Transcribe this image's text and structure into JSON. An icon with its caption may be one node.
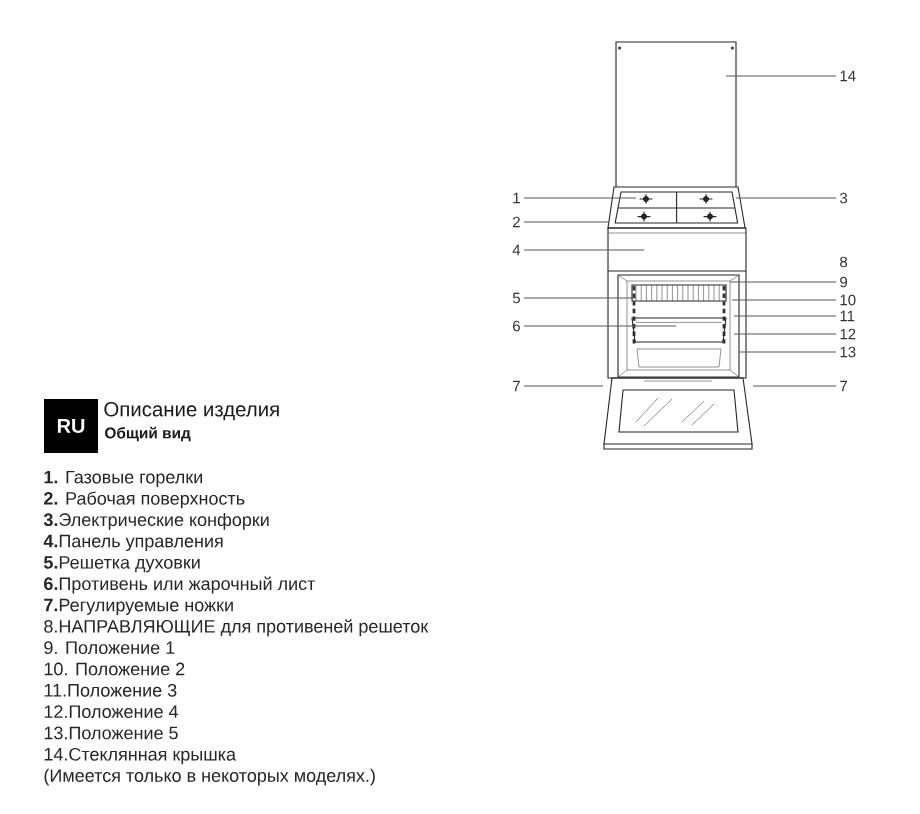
{
  "diagram": {
    "title": "Описание изделия",
    "nodes": [
      {
        "text": [
          "14"
        ]
      },
      {
        "text": [
          "1"
        ]
      },
      {
        "text": [
          "3"
        ]
      },
      {
        "text": [
          "2"
        ]
      },
      {
        "text": [
          "4"
        ]
      },
      {
        "text": [
          "9"
        ]
      },
      {
        "text": [
          "5"
        ]
      },
      {
        "text": [
          "10"
        ]
      },
      {
        "text": [
          "11"
        ]
      },
      {
        "text": [
          "6"
        ]
      },
      {
        "text": [
          "12"
        ]
      },
      {
        "text": [
          "13"
        ]
      },
      {
        "text": [
          "7"
        ]
      },
      {
        "text": [
          "7"
        ]
      },
      {
        "text": [
          "RU"
        ]
      },
      {
        "text": [],
        "shape": "picture"
      }
    ],
    "edges": [
      {
        "from": 0,
        "to": 15,
        "arrow": "none"
      },
      {
        "from": 1,
        "to": 15,
        "arrow": "none"
      },
      {
        "from": 2,
        "to": 15,
        "arrow": "none"
      },
      {
        "from": 3,
        "to": 15,
        "arrow": "none"
      },
      {
        "from": 4,
        "to": 15,
        "arrow": "none"
      },
      {
        "from": 5,
        "to": 15,
        "arrow": "none"
      },
      {
        "from": 6,
        "to": 15,
        "arrow": "none"
      },
      {
        "from": 7,
        "to": 15,
        "arrow": "none"
      },
      {
        "from": 8,
        "to": 15,
        "arrow": "none"
      },
      {
        "from": 9,
        "to": 15,
        "arrow": "none"
      },
      {
        "from": 10,
        "to": 15,
        "arrow": "none"
      },
      {
        "from": 11,
        "to": 15,
        "arrow": "none"
      },
      {
        "from": 12,
        "to": 15,
        "arrow": "none"
      },
      {
        "from": 13,
        "to": 15,
        "arrow": "none"
      }
    ],
    "labels": [
      "8",
      "Общий вид",
      "**1.** Газовые горелки",
      "**2.** Рабочая поверхность",
      "**3.**Электрические конфорки",
      "**4.**Панель управления",
      "**5.**Решетка духовки",
      "**6.**Противень или жарочный лист",
      "**7.**Регулируемые ножки",
      "8.НАПРАВЛЯЮЩИЕ для противеней решеток",
      "9. Положение 1",
      "10. Положение 2",
      "11.Положение 3",
      "12.Положение 4",
      "13.Положение 5",
      "14.Стеклянная крышка",
      "(Имеется только в некоторых моделях.)"
    ]
  }
}
